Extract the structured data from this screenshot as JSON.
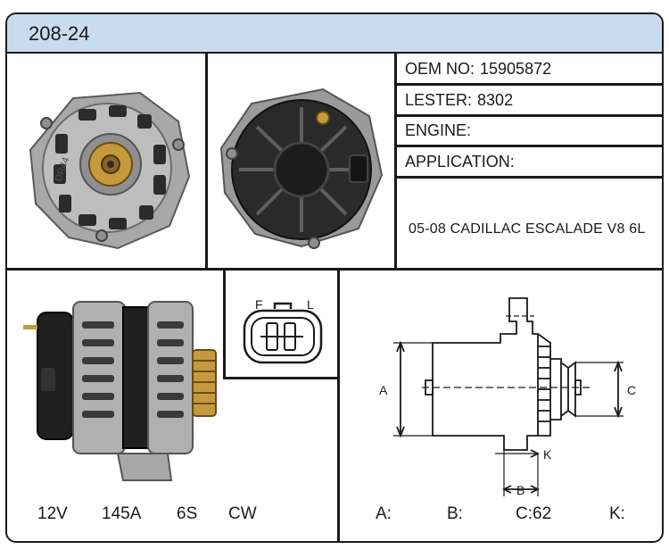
{
  "part_number": "208-24",
  "info": {
    "oem_label": "OEM NO:",
    "oem_value": "15905872",
    "lester_label": "LESTER:",
    "lester_value": "8302",
    "engine_label": "ENGINE:",
    "engine_value": "",
    "application_label": "APPLICATION:",
    "application_value": "05-08 CADILLAC ESCALADE V8 6L"
  },
  "specs": {
    "voltage": "12V",
    "amperage": "145A",
    "pulley": "6S",
    "rotation": "CW"
  },
  "connector": {
    "left_label": "F",
    "right_label": "L"
  },
  "drawing": {
    "label_a": "A",
    "label_b": "B",
    "label_c": "C",
    "label_k": "K"
  },
  "dimensions": {
    "a_label": "A:",
    "b_label": "B:",
    "c_label": "C:62",
    "k_label": "K:"
  },
  "photo_text": {
    "front_marking": "DR44"
  }
}
